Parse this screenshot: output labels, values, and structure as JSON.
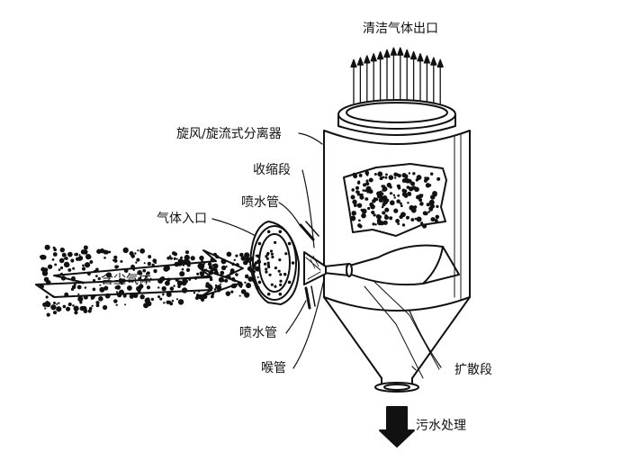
{
  "labels": {
    "clean_gas_outlet": "清洁气体出口",
    "separator": "旋风/旋流式分离器",
    "contraction_section": "收缩段",
    "spray_pipe_top": "喷水管",
    "gas_inlet": "气体入口",
    "dusty_gas": "含尘气体",
    "spray_pipe_bottom": "喷水管",
    "throat": "喉管",
    "diffuser_section": "扩散段",
    "wastewater_treatment": "污水处理"
  },
  "colors": {
    "ink": "#111111",
    "background": "#ffffff"
  }
}
